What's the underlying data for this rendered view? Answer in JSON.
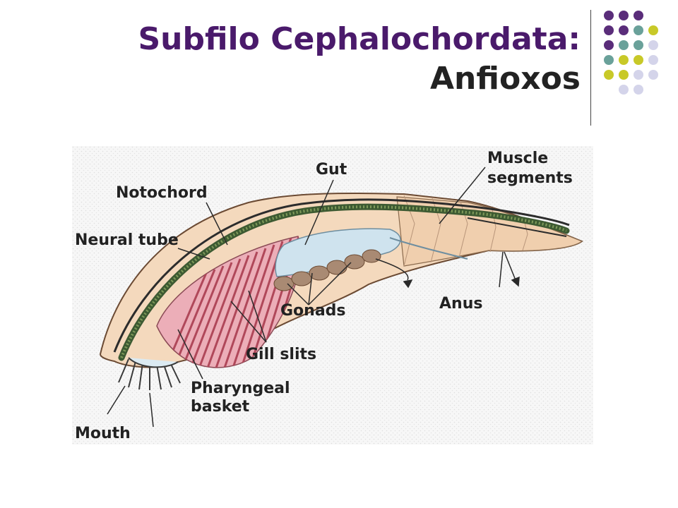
{
  "slide": {
    "title_line1": "Subfilo Cephalochordata:",
    "title_line2": "Anfioxos",
    "accent_colors": {
      "purple": "#5a2d7a",
      "teal": "#6aa19a",
      "olive": "#c8c928",
      "lavender": "#d4d4ea"
    }
  },
  "diagram": {
    "labels": {
      "gut": "Gut",
      "muscle_line1": "Muscle",
      "muscle_line2": "segments",
      "notochord": "Notochord",
      "neural_tube": "Neural tube",
      "gonads": "Gonads",
      "anus": "Anus",
      "gill_slits": "Gill slits",
      "pharyngeal_line1": "Pharyngeal",
      "pharyngeal_line2": "basket",
      "mouth": "Mouth"
    }
  }
}
